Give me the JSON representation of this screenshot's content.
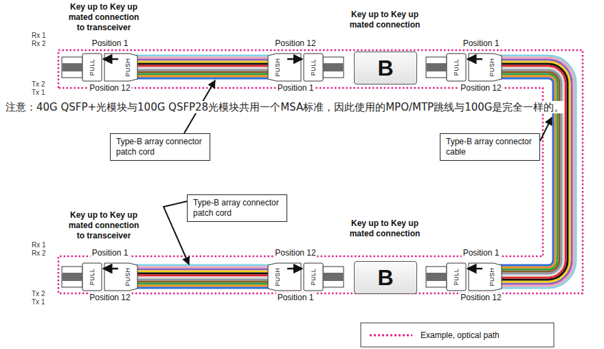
{
  "diagram": {
    "nodes": [
      {
        "text": [
          "B"
        ]
      },
      {
        "text": [
          "Type-B array connector patch cord"
        ]
      },
      {
        "text": [
          "Type-B array connector cable"
        ]
      },
      {
        "text": [
          "Type-B array connector patch cord"
        ]
      },
      {
        "text": [
          "B"
        ]
      }
    ],
    "labels": [
      "Key up to Key up mated connection to transceiver",
      "Key up to Key up mated connection",
      "Rx 1",
      "Rx 2",
      "Position 1",
      "Position 12",
      "Position 1",
      "PULL",
      "PUSH",
      "PUSH",
      "PULL",
      "PULL",
      "PUSH",
      "Tx 2",
      "Tx 1",
      "Position 12",
      "Position 1",
      "Position 12",
      "注意：40G QSFP+光模块与100G QSFP28光模块共用一个MSA标准，因此使用的MPO/MTP跳线与100G是完全一样的。",
      "Key up to Key up mated connection to transceiver",
      "Key up to Key up mated connection",
      "Rx 1",
      "Rx 2",
      "Position 1",
      "Position 12",
      "Position 1",
      "PULL",
      "PUSH",
      "PUSH",
      "PULL",
      "PULL",
      "PUSH",
      "Tx 2",
      "Tx 1",
      "Position 12",
      "Position 1",
      "Position 12"
    ],
    "legend": [
      {
        "text": "Example, optical path"
      }
    ]
  }
}
